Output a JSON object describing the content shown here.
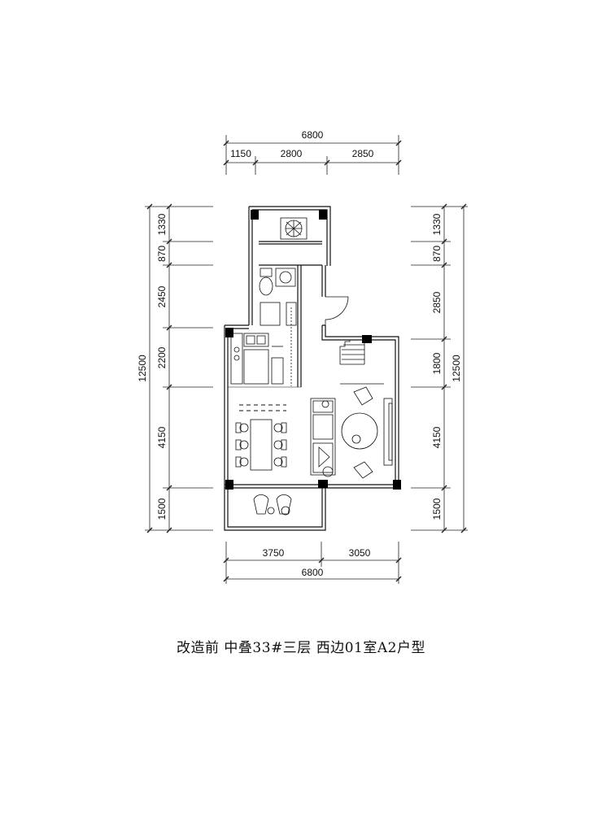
{
  "dimensions": {
    "top_total": "6800",
    "top_1": "1150",
    "top_2": "2800",
    "top_3": "2850",
    "bottom_1": "3750",
    "bottom_2": "3050",
    "bottom_total": "6800",
    "left_total": "12500",
    "left_1": "1330",
    "left_2": "870",
    "left_3": "2450",
    "left_4": "2200",
    "left_5": "4150",
    "left_6": "1500",
    "right_total": "12500",
    "right_1": "1330",
    "right_2": "870",
    "right_3": "2850",
    "right_4": "1800",
    "right_5": "4150",
    "right_6": "1500"
  },
  "caption": "改造前 中叠33#三层 西边01室A2户型"
}
